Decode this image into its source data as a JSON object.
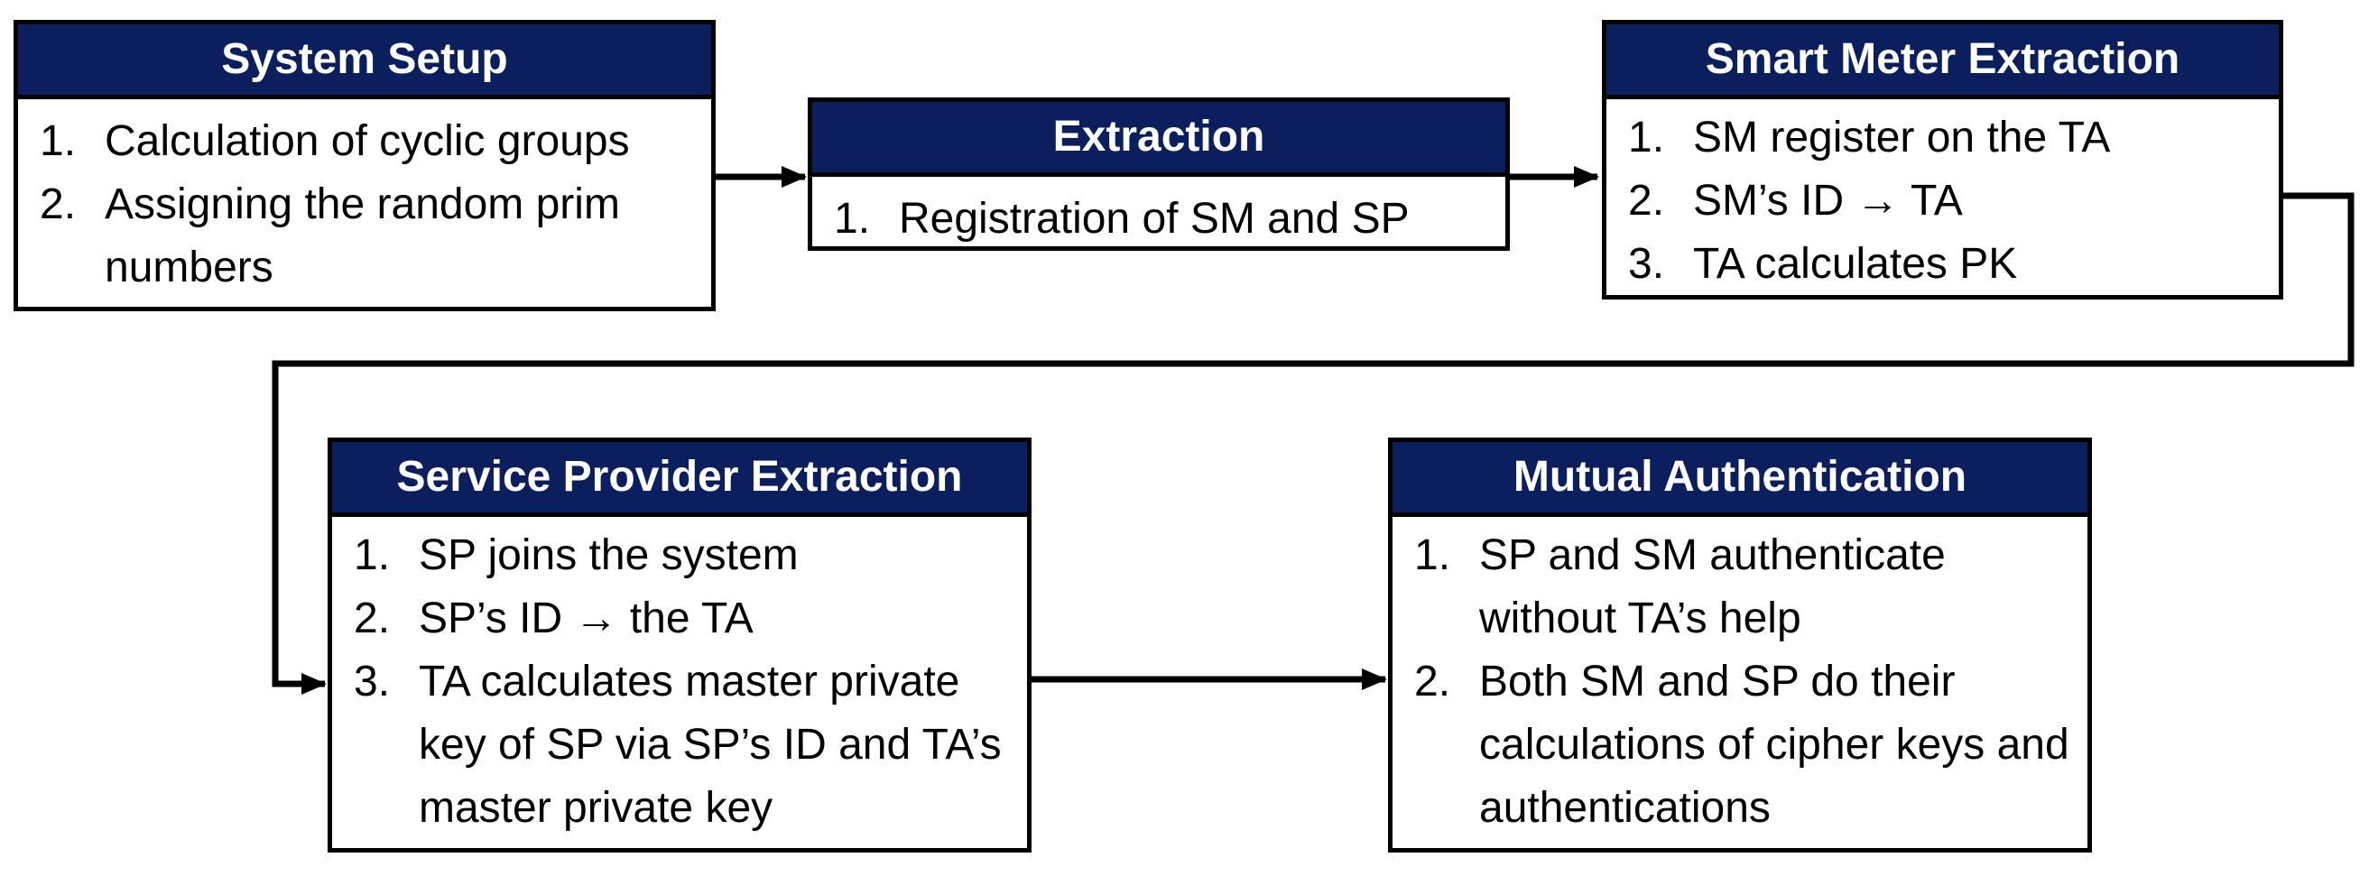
{
  "boxes": {
    "system_setup": {
      "title": "System Setup",
      "items": [
        {
          "num": "1.",
          "text": "Calculation of cyclic groups"
        },
        {
          "num": "2.",
          "text": "Assigning the random prim numbers"
        }
      ]
    },
    "extraction": {
      "title": "Extraction",
      "items": [
        {
          "num": "1.",
          "text": "Registration of SM and SP"
        }
      ]
    },
    "smart_meter_extraction": {
      "title": "Smart Meter Extraction",
      "items": [
        {
          "num": "1.",
          "text": "SM register on the TA"
        },
        {
          "num": "2.",
          "text": "SM’s ID → TA"
        },
        {
          "num": "3.",
          "text": "TA calculates PK"
        }
      ]
    },
    "service_provider_extraction": {
      "title": "Service Provider Extraction",
      "items": [
        {
          "num": "1.",
          "text": "SP joins the system"
        },
        {
          "num": "2.",
          "text": "SP’s ID → the TA"
        },
        {
          "num": "3.",
          "text": "TA calculates master private key of SP via SP’s ID and TA’s master private key"
        }
      ]
    },
    "mutual_authentication": {
      "title": "Mutual Authentication",
      "items": [
        {
          "num": "1.",
          "text": "SP and SM authenticate without TA’s help"
        },
        {
          "num": "2.",
          "text": "Both SM and SP do their calculations of cipher keys and authentications"
        }
      ]
    }
  },
  "colors": {
    "header_bg": "#0b1f5e",
    "header_text": "#ffffff",
    "line": "#000000"
  }
}
